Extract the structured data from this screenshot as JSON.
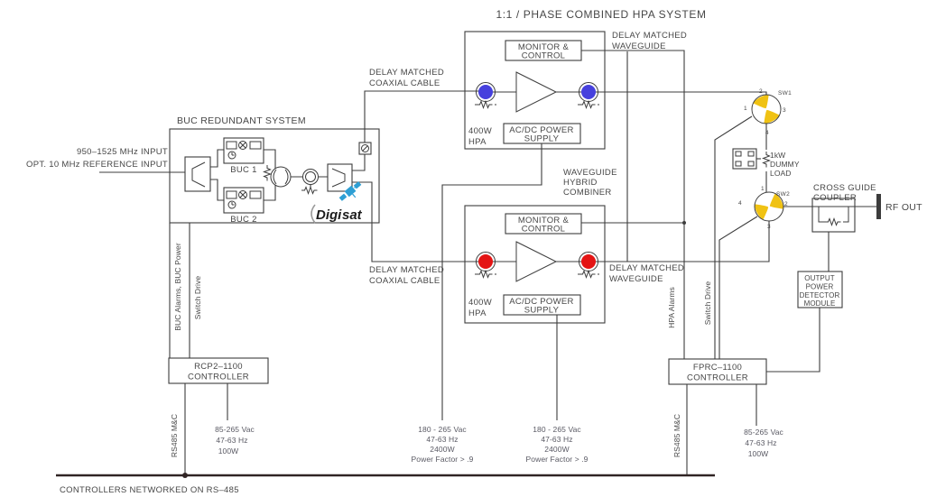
{
  "title": "1:1 / PHASE COMBINED HPA SYSTEM",
  "buc": {
    "title": "BUC REDUNDANT SYSTEM",
    "buc1": "BUC 1",
    "buc2": "BUC 2"
  },
  "inputs": {
    "line1": "950–1525 MHz INPUT",
    "line2": "OPT. 10 MHz REFERENCE INPUT"
  },
  "labels": {
    "delay_coax1": "DELAY MATCHED",
    "delay_coax2": "COAXIAL CABLE",
    "delay_wg1": "DELAY MATCHED",
    "delay_wg2": "WAVEGUIDE",
    "combiner1": "WAVEGUIDE",
    "combiner2": "HYBRID",
    "combiner3": "COMBINER",
    "bus_note": "CONTROLLERS NETWORKED ON RS–485"
  },
  "hpa": {
    "monitor1": "MONITOR &",
    "monitor2": "CONTROL",
    "supply1": "AC/DC POWER",
    "supply2": "SUPPLY",
    "rating": "400W",
    "name": "HPA"
  },
  "switches": {
    "sw1": "SW1",
    "sw2": "SW2",
    "p1": "1",
    "p2": "2",
    "p3": "3",
    "p4": "4"
  },
  "load": {
    "l1": "1kW",
    "l2": "DUMMY",
    "l3": "LOAD"
  },
  "coupler": {
    "t1": "CROSS GUIDE",
    "t2": "COUPLER",
    "rf_out": "RF OUT"
  },
  "detector": {
    "t1": "OUTPUT",
    "t2": "POWER",
    "t3": "DETECTOR",
    "t4": "MODULE"
  },
  "controllers": {
    "rcp_1": "RCP2–1100",
    "rcp_2": "CONTROLLER",
    "fprc_1": "FPRC–1100",
    "fprc_2": "CONTROLLER"
  },
  "vlabels": {
    "buc_alarms": "BUC Alarms, BUC Power",
    "switch_drive": "Switch Drive",
    "hpa_alarms": "HPA Alarms",
    "rs485": "RS485 M&C"
  },
  "power": {
    "small1": "85-265 Vac",
    "small2": "47-63 Hz",
    "small3": "100W",
    "large1": "180 - 265 Vac",
    "large2": "47-63 Hz",
    "large3": "2400W",
    "large4": "Power Factor > .9"
  },
  "logo": {
    "part1": "Digi",
    "part2": "sat"
  },
  "colors": {
    "blue": "#4640dd",
    "red": "#e41414",
    "yellow": "#f0c213",
    "logo_blue": "#2e9fd4",
    "line": "#3c3c3c"
  }
}
